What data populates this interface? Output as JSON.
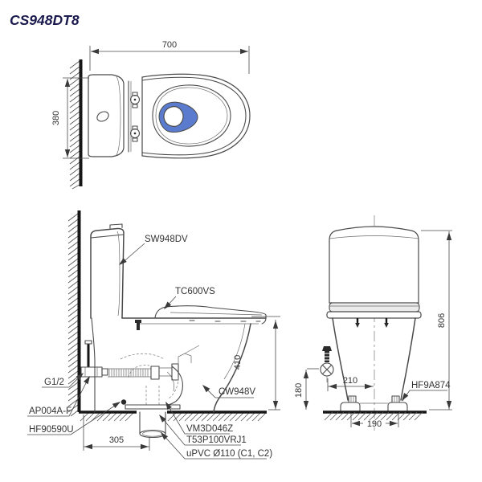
{
  "title": "CS948DT8",
  "colors": {
    "title_text": "#1b1b4f",
    "line": "#4a4a4a",
    "heavy_line": "#161616",
    "label_text": "#333333",
    "water_spot": "#5b7cce"
  },
  "top_view": {
    "dim_width": "700",
    "dim_depth": "380"
  },
  "side_view": {
    "labels": {
      "tank": "SW948DV",
      "seat": "TC600VS",
      "bowl": "CW948V",
      "supply": "G1/2",
      "stop_valve": "AP004A-F",
      "floor_fixing": "HF90590U",
      "outlet_joint": "VM3D046Z",
      "outlet_socket": "T53P100VRJ1",
      "drain_pipe": "uPVC Ø110 (C1, C2)"
    },
    "dims": {
      "seat_height": "410",
      "outlet_setout": "305"
    }
  },
  "front_view": {
    "labels": {
      "bolt_cap": "HF9A874"
    },
    "dims": {
      "total_height": "806",
      "supply_height": "180",
      "supply_setout": "210",
      "bolt_spacing": "190"
    }
  }
}
